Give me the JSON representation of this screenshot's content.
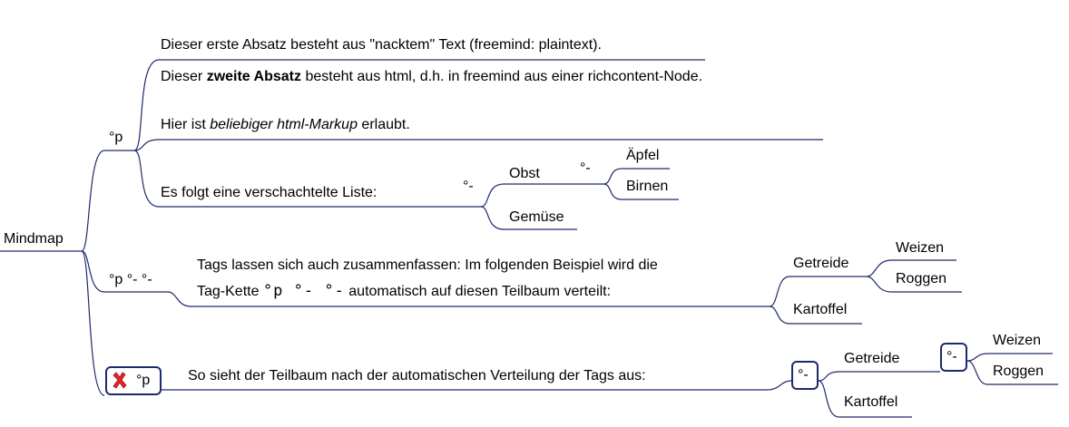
{
  "root": {
    "label": "Mindmap"
  },
  "branch_p": {
    "tag": "°p",
    "nodes": {
      "plaintext": "Dieser erste Absatz besteht aus \"nacktem\" Text (freemind: plaintext).",
      "html_before": "Dieser ",
      "html_bold": "zweite Absatz",
      "html_after": " besteht aus html, d.h. in freemind aus einer richcontent-Node.",
      "markup_before": "Hier ist ",
      "markup_italic": "beliebiger html-Markup",
      "markup_after": " erlaubt.",
      "list": "Es folgt eine verschachtelte Liste:"
    },
    "list_tag": "°-",
    "obst": {
      "label": "Obst",
      "tag": "°-",
      "children": [
        "Äpfel",
        "Birnen"
      ]
    },
    "gemuese": "Gemüse"
  },
  "branch_pmm": {
    "tag": "°p °- °-",
    "line1": "Tags lassen sich auch zusammenfassen: Im folgenden Beispiel wird die",
    "line2_before": "Tag-Kette ",
    "line2_tags": "°p °- °-",
    "line2_after": " automatisch auf diesen Teilbaum verteilt:",
    "getreide": "Getreide",
    "getreide_children": [
      "Weizen",
      "Roggen"
    ],
    "kartoffel": "Kartoffel"
  },
  "branch_auto": {
    "icon": "cross-icon",
    "tag": "°p",
    "text": "So sieht der Teilbaum nach der automatischen Verteilung der Tags aus:",
    "tag_dash": "°-",
    "getreide": "Getreide",
    "getreide_tag": "°-",
    "getreide_children": [
      "Weizen",
      "Roggen"
    ],
    "kartoffel": "Kartoffel"
  },
  "colors": {
    "edge": "#1f2a6b",
    "underline": "#1f2a6b",
    "box": "#1f2a6b",
    "cross": "#e8242b"
  }
}
